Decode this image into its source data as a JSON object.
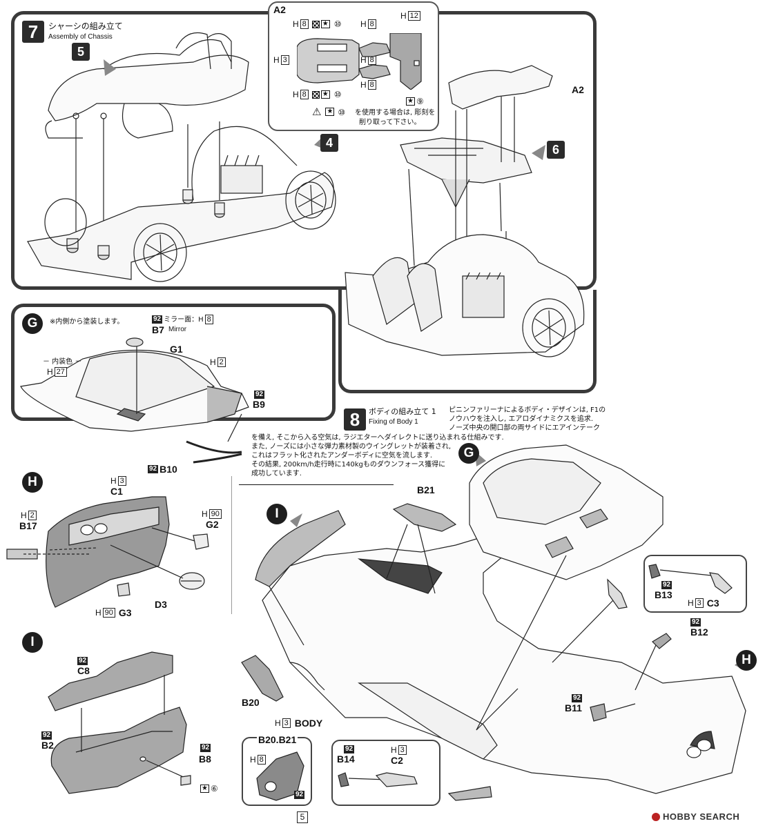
{
  "step7": {
    "number": "7",
    "title_jp": "シャーシの組み立て",
    "title_en": "Assembly of Chassis",
    "sub5": "5",
    "sub4": "4",
    "sub6": "6"
  },
  "a2box": {
    "label": "A2",
    "h8_a": "H",
    "h8_a_num": "8",
    "star10_a": "⑩",
    "h8_b": "H",
    "h8_b_num": "8",
    "h12": "H",
    "h12_num": "12",
    "h3": "H",
    "h3_num": "3",
    "h8_c": "H",
    "h8_c_num": "8",
    "h8_d": "H",
    "h8_d_num": "8",
    "star10_d": "⑩",
    "h8_e": "H",
    "h8_e_num": "8",
    "star9": "⑨",
    "note_num": "⑩",
    "note_line1": "を使用する場合は, 彫刻を",
    "note_line2": "削り取って下さい。"
  },
  "a2_label_right": "A2",
  "g_box": {
    "letter": "G",
    "note": "※内側から塗装します。",
    "b7_color": "92",
    "b7_label": "B7",
    "b7_jp": "ミラー面：H",
    "b7_h": "8",
    "b7_en": "Mirror",
    "g1": "G1",
    "interior_label": "－ 内装色 －",
    "h27": "H",
    "h27_num": "27",
    "h2": "H",
    "h2_num": "2",
    "b9_color": "92",
    "b9": "B9",
    "b10_color": "92",
    "b10": "B10"
  },
  "step8": {
    "number": "8",
    "title_jp": "ボディの組み立て 1",
    "title_en": "Fixing of Body 1",
    "desc_right1": "ピニンファリーナによるボディ・デザインは, F1の",
    "desc_right2": "ノウハウを注入し, エアロダイナミクスを追求.",
    "desc_right3": "ノーズ中央の開口部の両サイドにエアインテーク",
    "desc1": "を備え, そこから入る空気は, ラジエターへダイレクトに送り込まれる仕組みです.",
    "desc2": "また, ノーズには小さな弾力素材製のウイングレットが装着され,",
    "desc3": "これはフラット化されたアンダーボディに空気を流します.",
    "desc4": "その結果, 200km/h走行時に140kgものダウンフォース獲得に",
    "desc5": "成功しています."
  },
  "h_box": {
    "letter": "H",
    "h3": "H",
    "h3_num": "3",
    "c1": "C1",
    "h2": "H",
    "h2_num": "2",
    "b17": "B17",
    "h90_a": "H",
    "h90_a_num": "90",
    "g2": "G2",
    "d3": "D3",
    "h90_b": "H",
    "h90_b_num": "90",
    "g3": "G3"
  },
  "i_box": {
    "letter": "I",
    "c8_color": "92",
    "c8": "C8",
    "b2_color": "92",
    "b2": "B2",
    "b8_color": "92",
    "b8": "B8",
    "star6": "⑥"
  },
  "body_assembly": {
    "g_marker": "G",
    "i_marker": "I",
    "h_marker": "H",
    "b21": "B21",
    "b13_color": "92",
    "b13": "B13",
    "h3_c3": "H",
    "h3_c3_num": "3",
    "c3": "C3",
    "b12_color": "92",
    "b12": "B12",
    "b11_color": "92",
    "b11": "B11",
    "b20": "B20",
    "body_h": "H",
    "body_h_num": "3",
    "body": "BODY",
    "b20b21_title": "B20.B21",
    "b20b21_h": "H",
    "b20b21_h_num": "8",
    "b20b21_color": "92",
    "b14_color": "92",
    "b14": "B14",
    "c2_h": "H",
    "c2_h_num": "3",
    "c2": "C2"
  },
  "page_number": "5",
  "watermark": "HOBBY SEARCH"
}
